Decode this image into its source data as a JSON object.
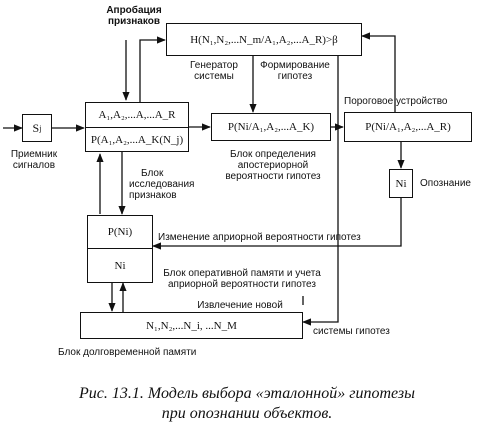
{
  "boxes": {
    "signal_input": "S",
    "signal_input_sub": "j",
    "generator": "Н(N₁,N₂,...N_m/A₁,A₂,...A_R)>β",
    "features_top": "A₁,A₂,...A,...A_R",
    "features_bottom": "P(A₁,A₂,...A_K(N_j)",
    "posterior": "P(Ni/A₁,A₂,...A_K)",
    "threshold": "P(Ni/A₁,A₂,...A_R)",
    "recognition": "Ni",
    "prior_top": "P(Ni)",
    "prior_bottom": "Ni",
    "longterm": "N₁,N₂,...N_i, ...N_M"
  },
  "labels": {
    "approbation_l1": "Апробация",
    "approbation_l2": "признаков",
    "generator_l1": "Генератор",
    "generator_l2": "системы",
    "forming_l1": "Формирование",
    "forming_l2": "гипотез",
    "threshold_device": "Пороговое устройство",
    "receiver_l1": "Приемник",
    "receiver_l2": "сигналов",
    "research_l1": "Блок",
    "research_l2": "исследования",
    "research_l3": "признаков",
    "posterior_l1": "Блок определения",
    "posterior_l2": "апостериорной",
    "posterior_l3": "вероятности гипотез",
    "recognition": "Опознание",
    "prior_change": "Изменение априорной вероятности   гипотез",
    "opmem_l1": "Блок оперативной памяти и учета",
    "opmem_l2": "априорной вероятности гипотез",
    "extraction_l1": "Извлечение новой",
    "extraction_l2": "системы гипотез",
    "longterm": "Блок долговременной памяти"
  },
  "caption": {
    "line1": "Рис. 13.1. Модель выбора «эталонной» гипотезы",
    "line2": "при опознании объектов."
  }
}
